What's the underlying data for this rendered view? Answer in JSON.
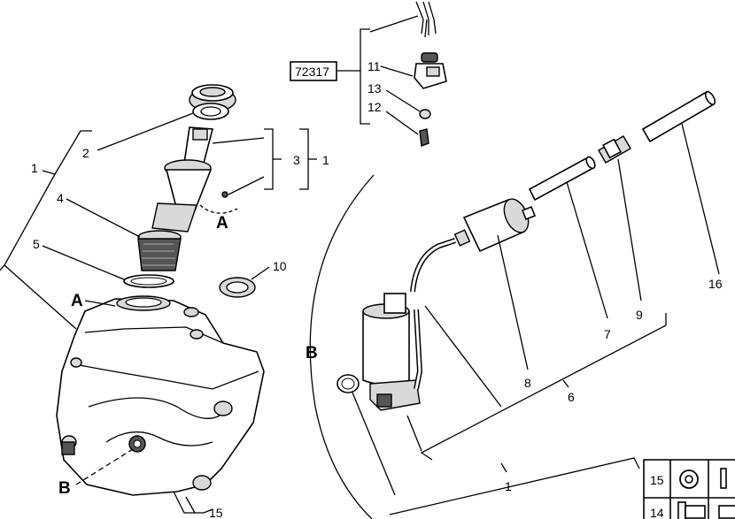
{
  "reference_box": "72317",
  "callouts": {
    "n1_left": "1",
    "n1_bracket": "1",
    "n1_bottom": "1",
    "n2": "2",
    "n3": "3",
    "n4": "4",
    "n5": "5",
    "n6": "6",
    "n7": "7",
    "n8": "8",
    "n9": "9",
    "n10": "10",
    "n11": "11",
    "n12": "12",
    "n13": "13",
    "n14": "14",
    "n15_legend": "15",
    "n15_tank": "15",
    "n16": "16"
  },
  "detail_markers": {
    "A_top": "A",
    "A_tank": "A",
    "B_left": "B",
    "B_detail": "B"
  }
}
